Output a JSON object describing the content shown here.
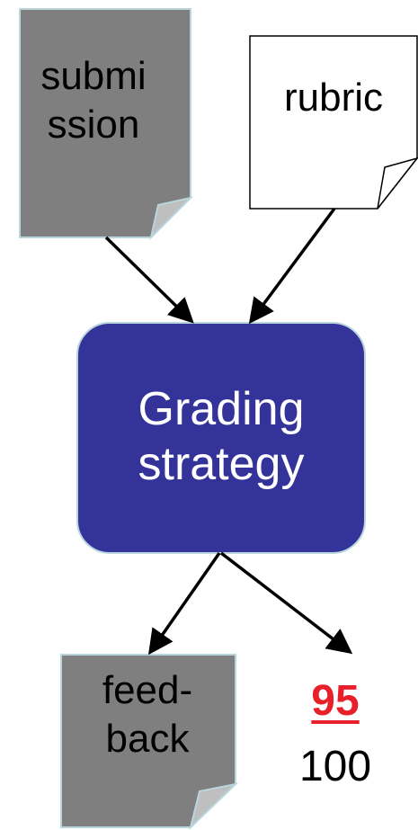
{
  "nodes": {
    "submission": {
      "line1": "submi",
      "line2": "ssion",
      "fill": "#7f7f7f"
    },
    "rubric": {
      "label": "rubric",
      "fill": "#ffffff"
    },
    "grading_strategy": {
      "line1": "Grading",
      "line2": "strategy",
      "fill": "#33339a"
    },
    "feedback": {
      "line1": "feed-",
      "line2": "back",
      "fill": "#7f7f7f"
    }
  },
  "score": {
    "earned": "95",
    "total": "100",
    "earned_color": "#e8202a"
  },
  "colors": {
    "page_fold": "#b9d6dc",
    "arrow": "#000000"
  }
}
